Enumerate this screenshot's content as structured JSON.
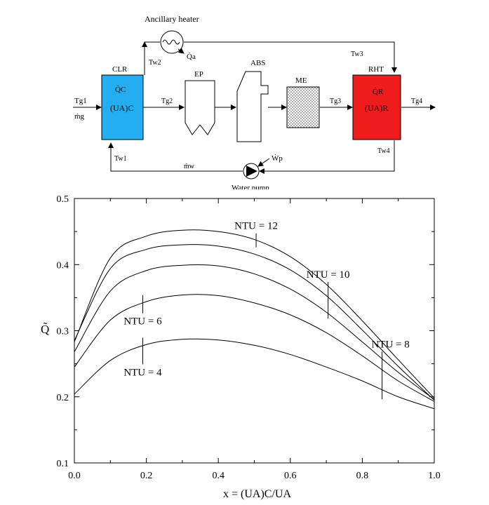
{
  "schematic": {
    "ancillary_heater": "Ancillary heater",
    "clr": "CLR",
    "clr_q": "Q̇C",
    "clr_ua": "(UA)C",
    "ep": "EP",
    "abs": "ABS",
    "me": "ME",
    "rht": "RHT",
    "rht_q": "Q̇R",
    "rht_ua": "(UA)R",
    "tg1": "Tg1",
    "mg": "ṁg",
    "tg2": "Tg2",
    "tg3": "Tg3",
    "tg4": "Tg4",
    "tw1": "Tw1",
    "tw2": "Tw2",
    "tw3": "Tw3",
    "tw4": "Tw4",
    "qa": "Q̇a",
    "mw": "ṁw",
    "wp": "Ẇp",
    "water_pump": "Water pump"
  },
  "chart_data": {
    "type": "line",
    "title": "",
    "xlabel": "x = (UA)C/UA",
    "ylabel": "Q̃",
    "xlim": [
      0.0,
      1.0
    ],
    "ylim": [
      0.1,
      0.5
    ],
    "xticks": [
      "0.0",
      "0.2",
      "0.4",
      "0.6",
      "0.8",
      "1.0"
    ],
    "yticks": [
      "0.1",
      "0.2",
      "0.3",
      "0.4",
      "0.5"
    ],
    "grid": false,
    "x": [
      0.0,
      0.1,
      0.2,
      0.3,
      0.4,
      0.5,
      0.6,
      0.7,
      0.8,
      0.9,
      1.0
    ],
    "series": [
      {
        "name": "NTU = 12",
        "values": [
          0.283,
          0.41,
          0.443,
          0.452,
          0.45,
          0.438,
          0.412,
          0.37,
          0.315,
          0.256,
          0.198
        ]
      },
      {
        "name": "NTU = 10",
        "values": [
          0.285,
          0.394,
          0.423,
          0.43,
          0.428,
          0.416,
          0.392,
          0.353,
          0.301,
          0.246,
          0.195
        ]
      },
      {
        "name": "NTU = 8",
        "values": [
          0.268,
          0.36,
          0.391,
          0.399,
          0.398,
          0.386,
          0.363,
          0.328,
          0.283,
          0.237,
          0.196
        ]
      },
      {
        "name": "NTU = 6",
        "values": [
          0.245,
          0.316,
          0.344,
          0.354,
          0.353,
          0.342,
          0.324,
          0.297,
          0.262,
          0.224,
          0.193
        ]
      },
      {
        "name": "NTU = 4",
        "values": [
          0.204,
          0.255,
          0.279,
          0.287,
          0.286,
          0.278,
          0.264,
          0.245,
          0.224,
          0.2,
          0.182
        ]
      }
    ],
    "annotations": [
      {
        "text": "NTU = 12",
        "series": 0,
        "x": 0.505
      },
      {
        "text": "NTU = 10",
        "series": 1,
        "x": 0.705
      },
      {
        "text": "NTU = 8",
        "series": 2,
        "x": 0.855
      },
      {
        "text": "NTU = 6",
        "series": 3,
        "x": 0.19
      },
      {
        "text": "NTU = 4",
        "series": 4,
        "x": 0.19
      }
    ]
  }
}
